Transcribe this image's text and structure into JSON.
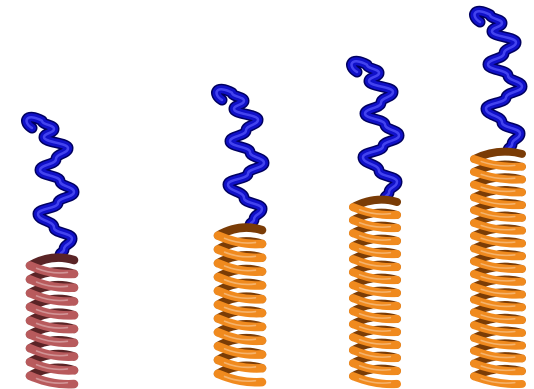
{
  "scene": {
    "description_free": true,
    "molecules": [
      {
        "helix_color": "#b85a5c",
        "helix_dark": "#5a2426",
        "coil_color": "#1010c8",
        "helix_turns": 9
      },
      {
        "helix_color": "#f08a1e",
        "helix_dark": "#7a3c06",
        "coil_color": "#1010c8",
        "helix_turns": 11
      },
      {
        "helix_color": "#f08a1e",
        "helix_dark": "#7a3c06",
        "coil_color": "#1010c8",
        "helix_turns": 14
      },
      {
        "helix_color": "#f08a1e",
        "helix_dark": "#7a3c06",
        "coil_color": "#1010c8",
        "helix_turns": 18
      }
    ],
    "colors": {
      "background": "#ffffff"
    }
  }
}
